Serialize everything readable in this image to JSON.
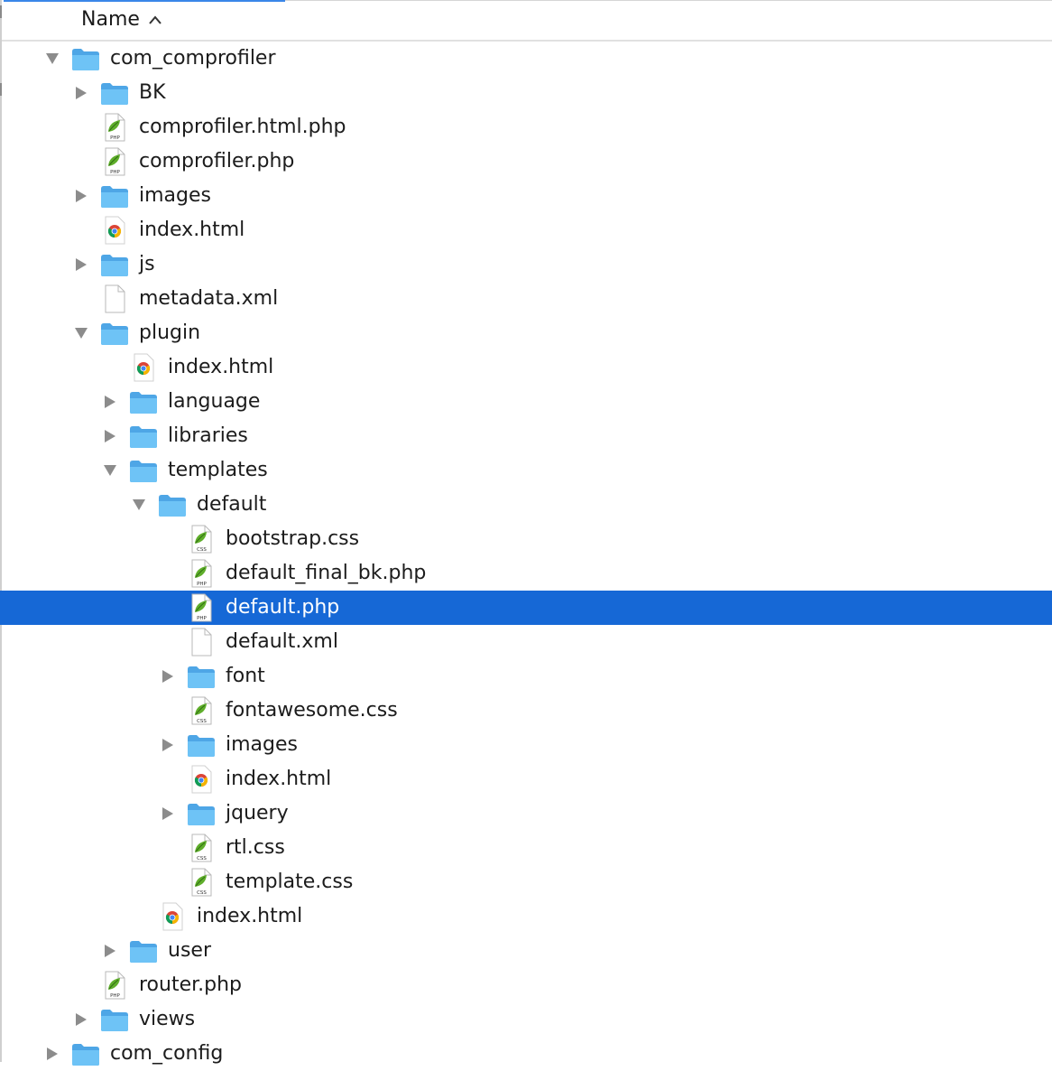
{
  "header": {
    "column_name": "Name",
    "sort_direction": "ascending"
  },
  "colors": {
    "selection": "#1668d6",
    "folder": "#6ec3f6",
    "leaf": "#5fae2b"
  },
  "tree": [
    {
      "label": "com_comprofiler",
      "depth": 0,
      "type": "folder",
      "state": "expanded"
    },
    {
      "label": "BK",
      "depth": 1,
      "type": "folder",
      "state": "collapsed"
    },
    {
      "label": "comprofiler.html.php",
      "depth": 1,
      "type": "php"
    },
    {
      "label": "comprofiler.php",
      "depth": 1,
      "type": "php"
    },
    {
      "label": "images",
      "depth": 1,
      "type": "folder",
      "state": "collapsed"
    },
    {
      "label": "index.html",
      "depth": 1,
      "type": "chrome"
    },
    {
      "label": "js",
      "depth": 1,
      "type": "folder",
      "state": "collapsed"
    },
    {
      "label": "metadata.xml",
      "depth": 1,
      "type": "blank"
    },
    {
      "label": "plugin",
      "depth": 1,
      "type": "folder",
      "state": "expanded"
    },
    {
      "label": "index.html",
      "depth": 2,
      "type": "chrome"
    },
    {
      "label": "language",
      "depth": 2,
      "type": "folder",
      "state": "collapsed"
    },
    {
      "label": "libraries",
      "depth": 2,
      "type": "folder",
      "state": "collapsed"
    },
    {
      "label": "templates",
      "depth": 2,
      "type": "folder",
      "state": "expanded"
    },
    {
      "label": "default",
      "depth": 3,
      "type": "folder",
      "state": "expanded"
    },
    {
      "label": "bootstrap.css",
      "depth": 4,
      "type": "css"
    },
    {
      "label": "default_final_bk.php",
      "depth": 4,
      "type": "php"
    },
    {
      "label": "default.php",
      "depth": 4,
      "type": "php",
      "selected": true
    },
    {
      "label": "default.xml",
      "depth": 4,
      "type": "blank"
    },
    {
      "label": "font",
      "depth": 4,
      "type": "folder",
      "state": "collapsed"
    },
    {
      "label": "fontawesome.css",
      "depth": 4,
      "type": "css"
    },
    {
      "label": "images",
      "depth": 4,
      "type": "folder",
      "state": "collapsed"
    },
    {
      "label": "index.html",
      "depth": 4,
      "type": "chrome"
    },
    {
      "label": "jquery",
      "depth": 4,
      "type": "folder",
      "state": "collapsed"
    },
    {
      "label": "rtl.css",
      "depth": 4,
      "type": "css"
    },
    {
      "label": "template.css",
      "depth": 4,
      "type": "css"
    },
    {
      "label": "index.html",
      "depth": 3,
      "type": "chrome"
    },
    {
      "label": "user",
      "depth": 2,
      "type": "folder",
      "state": "collapsed"
    },
    {
      "label": "router.php",
      "depth": 1,
      "type": "php"
    },
    {
      "label": "views",
      "depth": 1,
      "type": "folder",
      "state": "collapsed"
    },
    {
      "label": "com_config",
      "depth": 0,
      "type": "folder",
      "state": "collapsed"
    }
  ]
}
